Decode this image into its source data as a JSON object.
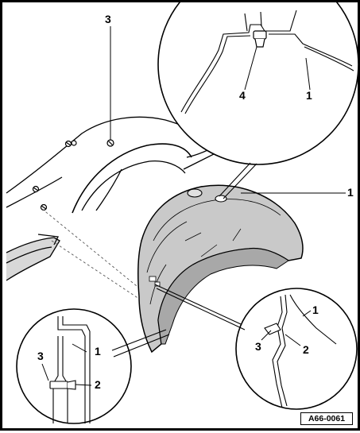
{
  "callouts": {
    "main_top_3": "3",
    "main_right_1": "1",
    "top_detail_4": "4",
    "top_detail_1": "1",
    "right_detail_1": "1",
    "right_detail_2": "2",
    "right_detail_3": "3",
    "left_detail_3": "3",
    "left_detail_1": "1",
    "left_detail_2": "2"
  },
  "figure_id": "A66-0061",
  "colors": {
    "liner_fill": "#c9c9c9",
    "liner_shade": "#a8a8a8",
    "line": "#000000",
    "dash": "#555555"
  }
}
